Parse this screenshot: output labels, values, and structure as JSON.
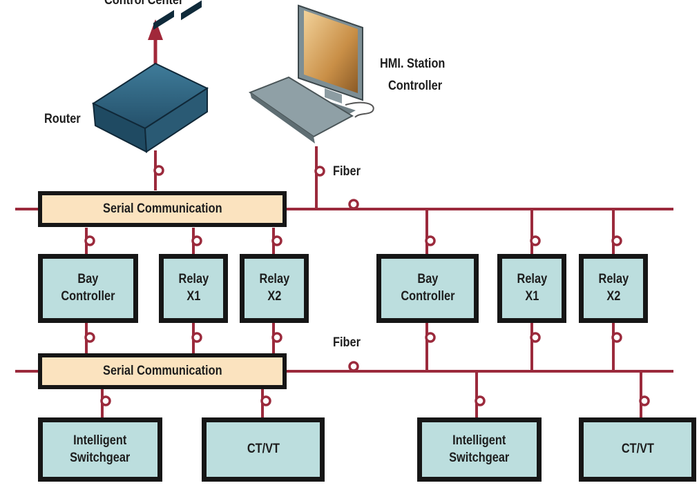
{
  "labels": {
    "control_center": "Control Center",
    "router": "Router",
    "hmi_line1": "HMI. Station",
    "hmi_line2": "Controller",
    "fiber_top": "Fiber",
    "fiber_mid": "Fiber"
  },
  "serial_buses": [
    {
      "label": "Serial Communication"
    },
    {
      "label": "Serial Communication"
    }
  ],
  "bay_devices": [
    {
      "label": "Bay\nController"
    },
    {
      "label": "Relay\nX1"
    },
    {
      "label": "Relay\nX2"
    },
    {
      "label": "Bay\nController"
    },
    {
      "label": "Relay\nX1"
    },
    {
      "label": "Relay\nX2"
    }
  ],
  "field_devices": [
    {
      "label": "Intelligent\nSwitchgear"
    },
    {
      "label": "CT/VT"
    },
    {
      "label": "Intelligent\nSwitchgear"
    },
    {
      "label": "CT/VT"
    }
  ],
  "colors": {
    "bus_line": "#9b2a3c",
    "arrow": "#a1283a",
    "device_fill": "#bcdede",
    "serial_fill": "#fbe3bf",
    "border": "#161616",
    "router_body": "#2f5e78"
  }
}
